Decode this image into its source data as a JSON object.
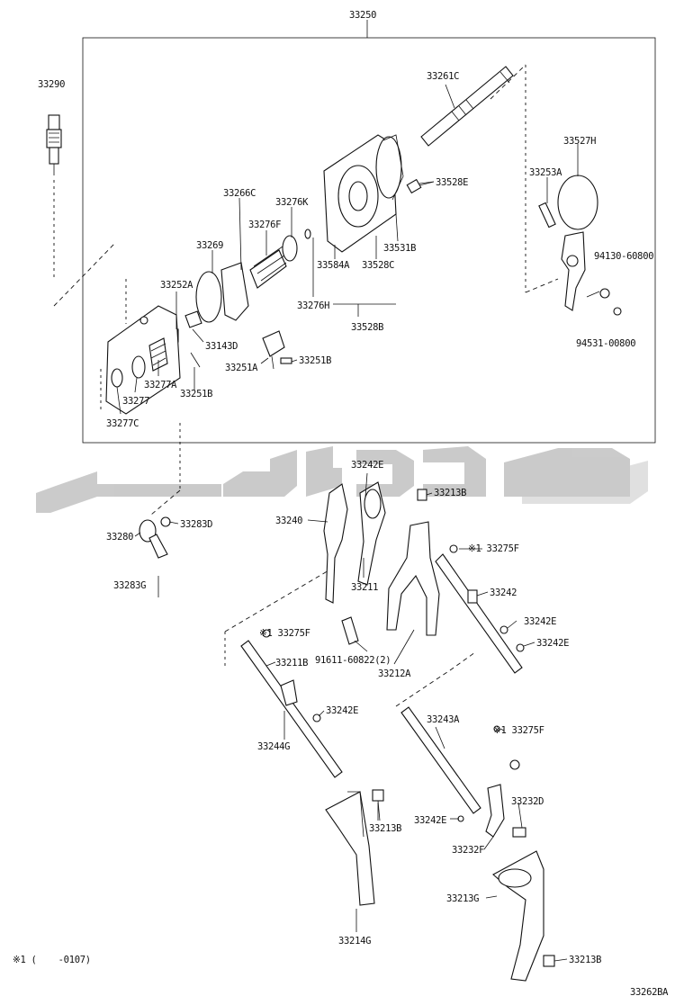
{
  "assembly_label": "33250",
  "callouts": {
    "p33290": "33290",
    "p33261C": "33261C",
    "p33527H": "33527H",
    "p33253A": "33253A",
    "p33528E": "33528E",
    "p33266C": "33266C",
    "p33276K": "33276K",
    "p33276F": "33276F",
    "p33269": "33269",
    "p33531B": "33531B",
    "p33584A": "33584A",
    "p33528C": "33528C",
    "p33252A": "33252A",
    "p33276H": "33276H",
    "p33528B": "33528B",
    "p94130": "94130-60800",
    "p94531": "94531-00800",
    "p33143D": "33143D",
    "p33251A": "33251A",
    "p33251B_top": "33251B",
    "p33277A": "33277A",
    "p33251B_bot": "33251B",
    "p33277": "33277",
    "p33277C": "33277C",
    "p33242E_top": "33242E",
    "p33213B_top": "33213B",
    "p33240": "33240",
    "p33283D": "33283D",
    "p33280": "33280",
    "p33275F_a": "※1 33275F",
    "p33211": "33211",
    "p33283G": "33283G",
    "p33242": "33242",
    "p33242E_r1": "33242E",
    "p33242E_r2": "33242E",
    "p33275F_b": "※1 33275F",
    "p33211B": "33211B",
    "p91611": "91611-60822(2)",
    "p33212A": "33212A",
    "p33242E_mid": "33242E",
    "p33243A": "33243A",
    "p33275F_c": "※1 33275F",
    "p33244G": "33244G",
    "p33232D": "33232D",
    "p33213B_mid": "33213B",
    "p33242E_low": "33242E",
    "p33232F": "33232F",
    "p33213G": "33213G",
    "p33214G": "33214G",
    "p33213B_bot": "33213B"
  },
  "footnote": "※1 (    -0107)",
  "diagram_id": "33262BA",
  "watermark_color": "#c8c8c8"
}
